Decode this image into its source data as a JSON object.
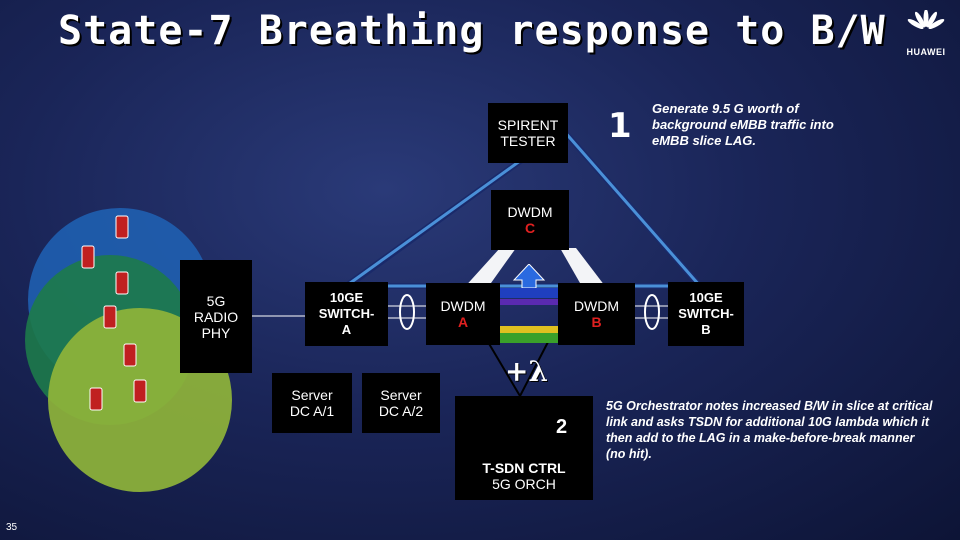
{
  "title": "State-7 Breathing response to B/W",
  "logo": {
    "text": "HUAWEI"
  },
  "spirent": {
    "line1": "SPIRENT",
    "line2": "TESTER"
  },
  "step1": {
    "number": "1",
    "note": "Generate 9.5 G worth of background eMBB traffic into eMBB slice LAG."
  },
  "dwdm_c": {
    "line1": "DWDM",
    "line2": "C"
  },
  "radio": {
    "line1": "5G",
    "line2": "RADIO",
    "line3": "PHY"
  },
  "switch_a": {
    "line1": "10GE",
    "line2": "SWITCH-",
    "line3": "A"
  },
  "dwdm_a": {
    "line1": "DWDM",
    "line2": "A"
  },
  "dwdm_b": {
    "line1": "DWDM",
    "line2": "B"
  },
  "switch_b": {
    "line1": "10GE",
    "line2": "SWITCH-",
    "line3": "B"
  },
  "server1": {
    "line1": "Server",
    "line2": "DC A/1"
  },
  "server2": {
    "line1": "Server",
    "line2": "DC A/2"
  },
  "lambda": "+λ",
  "step2": {
    "number": "2",
    "note": "5G Orchestrator notes increased B/W in slice at critical link and asks TSDN for additional 10G lambda which it then add to the LAG in a make-before-break manner (no hit)."
  },
  "tsdn": {
    "line1": "T-SDN CTRL",
    "line2": "5G ORCH"
  },
  "slide_number": "35",
  "colors": {
    "background": "#1a2558",
    "box": "#000000",
    "accent_red": "#e02020",
    "lambda_blue": "#1f3fbf",
    "lambda_green": "#3aa02a",
    "lambda_yellow": "#e0c020"
  }
}
